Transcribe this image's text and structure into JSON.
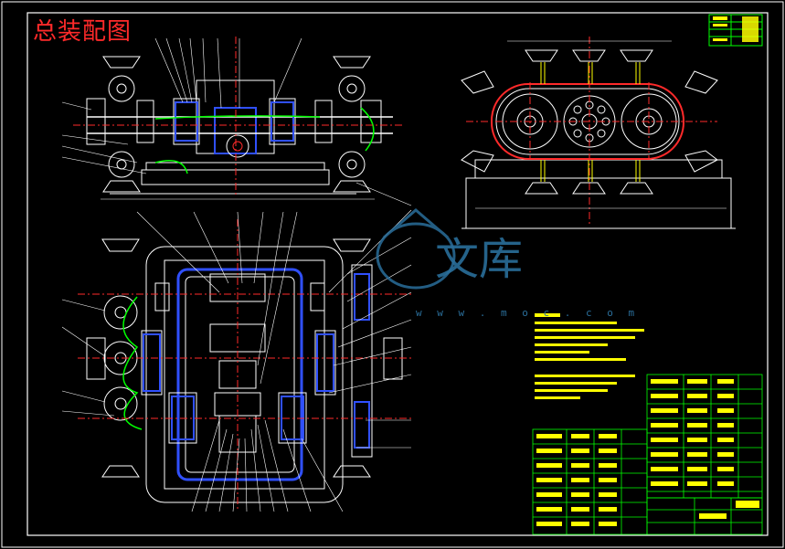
{
  "drawing": {
    "title": "总装配图"
  },
  "watermark": {
    "text": "文库",
    "url": "w w w . m o c . c o m"
  }
}
